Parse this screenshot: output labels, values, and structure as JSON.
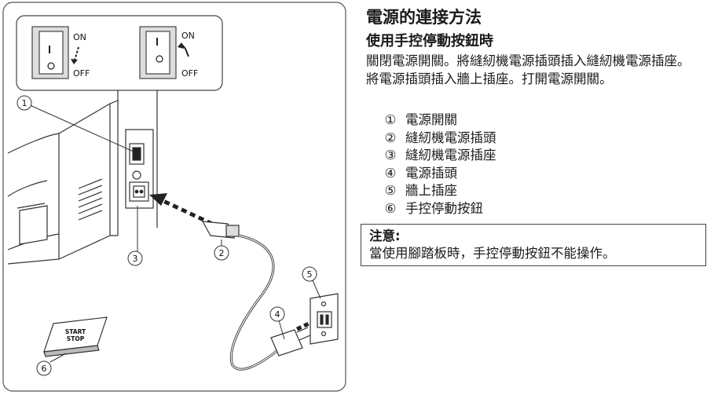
{
  "figure": {
    "switch_on_label": "ON",
    "switch_off_label": "OFF",
    "start_stop_line1": "START",
    "start_stop_line2": "STOP",
    "callouts": [
      "①",
      "②",
      "③",
      "④",
      "⑤",
      "⑥"
    ]
  },
  "section": {
    "title": "電源的連接方法",
    "subtitle": "使用手控停動按鈕時",
    "body": "關閉電源開關。將縫紉機電源插頭插入縫紉機電源插座。將電源插頭插入牆上插座。打開電源開關。"
  },
  "parts": [
    {
      "num": "①",
      "label": "電源開關"
    },
    {
      "num": "②",
      "label": "縫紉機電源插頭"
    },
    {
      "num": "③",
      "label": "縫紉機電源插座"
    },
    {
      "num": "④",
      "label": "電源插頭"
    },
    {
      "num": "⑤",
      "label": "牆上插座"
    },
    {
      "num": "⑥",
      "label": "手控停動按鈕"
    }
  ],
  "note": {
    "title": "注意:",
    "text": "當使用腳踏板時，手控停動按鈕不能操作。"
  }
}
